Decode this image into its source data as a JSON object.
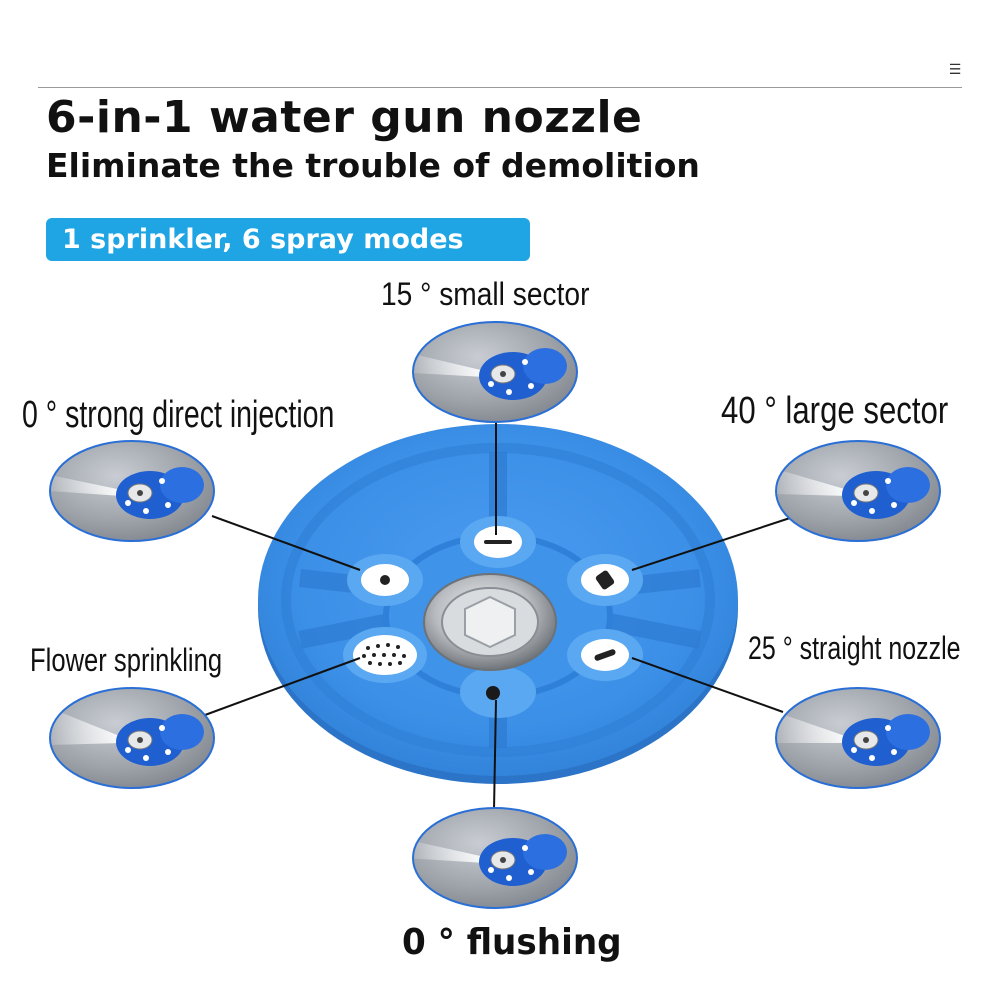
{
  "header": {
    "menu_icon": "hamburger-menu-icon",
    "title": "6-in-1 water gun nozzle",
    "subtitle": "Eliminate the trouble of demolition",
    "badge": "1 sprinkler, 6 spray modes"
  },
  "modes": [
    {
      "id": "small-sector",
      "label": "15 ° small sector"
    },
    {
      "id": "strong-direct",
      "label": "0 ° strong direct injection"
    },
    {
      "id": "large-sector",
      "label": "40 ° large sector"
    },
    {
      "id": "flower",
      "label": "Flower sprinkling"
    },
    {
      "id": "straight",
      "label": "25 ° straight nozzle"
    },
    {
      "id": "flushing",
      "label": "0 ° flushing"
    }
  ],
  "colors": {
    "disc": "#3b8fe6",
    "disc_dark": "#2b74c8",
    "badge": "#1fa5e3",
    "nozzle_blue": "#1f5fd0"
  }
}
